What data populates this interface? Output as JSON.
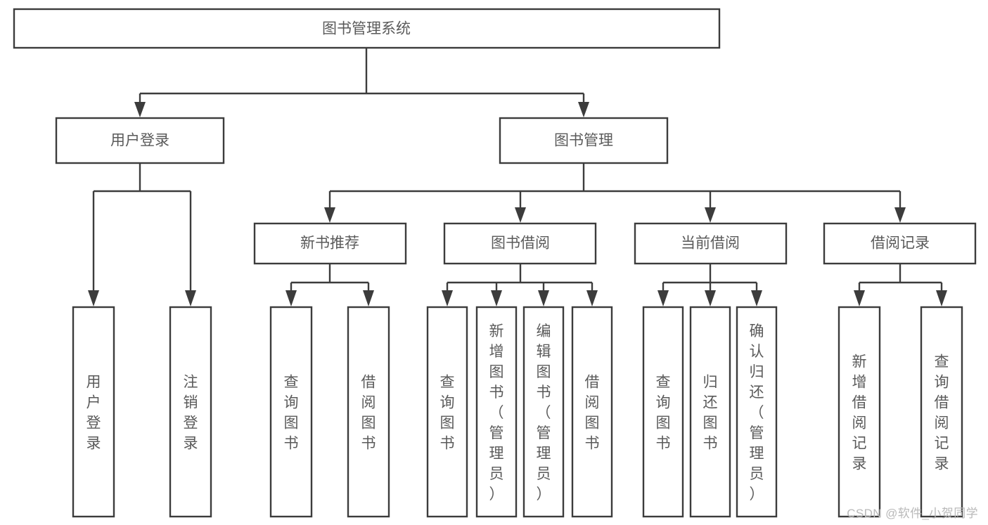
{
  "diagram": {
    "type": "hierarchy-tree",
    "title": "图书管理系统",
    "watermark": "CSDN @软件_小贺同学",
    "colors": {
      "background": "#ffffff",
      "box_stroke": "#3c3c3c",
      "box_fill": "#ffffff",
      "text": "#5a5a5a",
      "watermark": "#b9b9b9"
    },
    "levels": {
      "level1": [
        {
          "id": "root",
          "label": "图书管理系统"
        }
      ],
      "level2": [
        {
          "id": "user-login",
          "label": "用户登录",
          "parent": "root"
        },
        {
          "id": "book-management",
          "label": "图书管理",
          "parent": "root"
        }
      ],
      "level3": [
        {
          "id": "new-book-recommend",
          "label": "新书推荐",
          "parent": "book-management"
        },
        {
          "id": "book-borrow",
          "label": "图书借阅",
          "parent": "book-management"
        },
        {
          "id": "current-borrow",
          "label": "当前借阅",
          "parent": "book-management"
        },
        {
          "id": "borrow-record",
          "label": "借阅记录",
          "parent": "book-management"
        }
      ],
      "leaves": [
        {
          "id": "leaf-user-login",
          "label": "用户登录",
          "parent": "user-login"
        },
        {
          "id": "leaf-logout",
          "label": "注销登录",
          "parent": "user-login"
        },
        {
          "id": "leaf-query-book-1",
          "label": "查询图书",
          "parent": "new-book-recommend"
        },
        {
          "id": "leaf-borrow-book-1",
          "label": "借阅图书",
          "parent": "new-book-recommend"
        },
        {
          "id": "leaf-query-book-2",
          "label": "查询图书",
          "parent": "book-borrow"
        },
        {
          "id": "leaf-add-book",
          "label": "新增图书（管理员）",
          "parent": "book-borrow"
        },
        {
          "id": "leaf-edit-book",
          "label": "编辑图书（管理员）",
          "parent": "book-borrow"
        },
        {
          "id": "leaf-borrow-book-2",
          "label": "借阅图书",
          "parent": "book-borrow"
        },
        {
          "id": "leaf-query-book-3",
          "label": "查询图书",
          "parent": "current-borrow"
        },
        {
          "id": "leaf-return-book",
          "label": "归还图书",
          "parent": "current-borrow"
        },
        {
          "id": "leaf-confirm-return",
          "label": "确认归还（管理员）",
          "parent": "current-borrow"
        },
        {
          "id": "leaf-add-record",
          "label": "新增借阅记录",
          "parent": "borrow-record"
        },
        {
          "id": "leaf-query-record",
          "label": "查询借阅记录",
          "parent": "borrow-record"
        }
      ]
    }
  }
}
